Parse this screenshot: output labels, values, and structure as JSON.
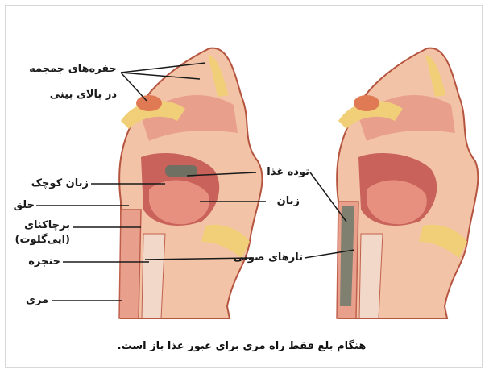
{
  "labels": {
    "sinuses": "حفره‌های جمجمه",
    "sinuses_sub": "در بالای بینی",
    "uvula": "زبان کوچک",
    "pharynx": "حلق",
    "epiglottis": "برچاکنای",
    "epiglottis_sub": "(اپی‌گلوت)",
    "larynx": "حنجره",
    "esophagus": "مری",
    "bolus": "توده غذا",
    "tongue": "زبان",
    "vocal_cords": "تارهای صوتی"
  },
  "caption": "هنگام بلع فقط راه مری برای عبور غذا باز است.",
  "colors": {
    "tissue": "#e8a08c",
    "tissue_dark": "#c8625a",
    "bone": "#f0cf78",
    "food": "#8a8a78",
    "line": "#1a1a1a"
  }
}
